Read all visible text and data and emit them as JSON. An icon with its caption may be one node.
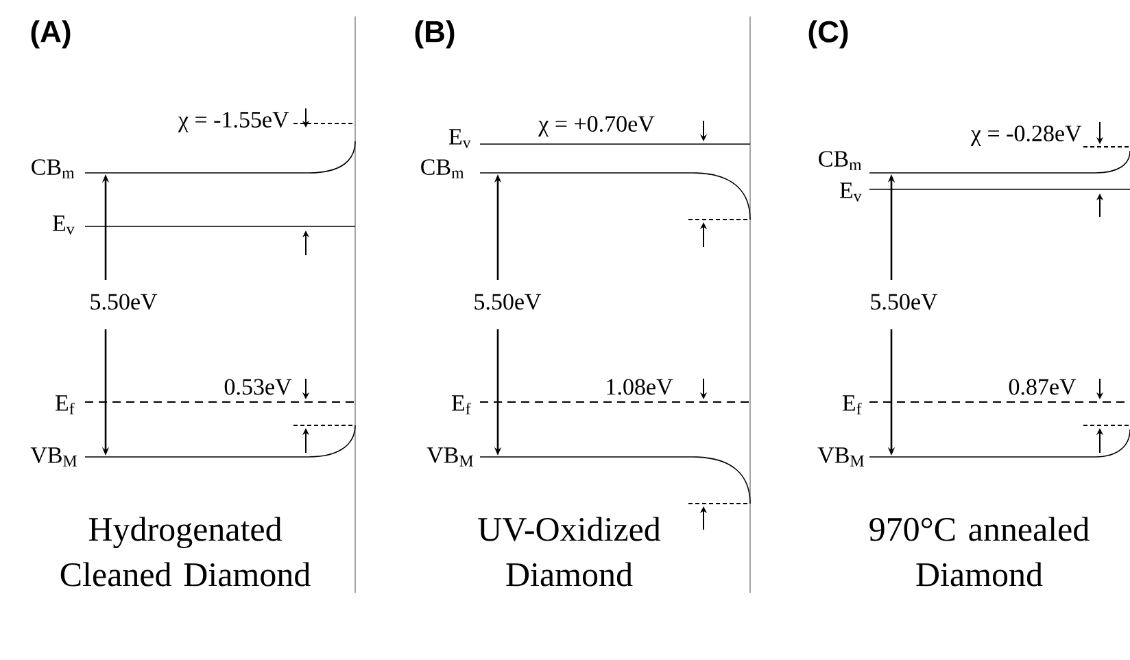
{
  "diagram": {
    "labels": [
      "(A)",
      "χ = -1.55eV",
      "CB$_{m}$",
      "E$_{v}$",
      "5.50eV",
      "0.53eV",
      "E$_{f}$",
      "VB$_{M}$",
      "Hydrogenated Cleaned Diamond",
      "(B)",
      "χ = +0.70eV",
      "E$_{v}$",
      "CB$_{m}$",
      "5.50eV",
      "1.08eV",
      "E$_{f}$",
      "VB$_{M}$",
      "UV-Oxidized Diamond",
      "(C)",
      "χ = -0.28eV",
      "CB$_{m}$",
      "E$_{v}$",
      "5.50eV",
      "0.87eV",
      "E$_{f}$",
      "VB$_{M}$",
      "970°C annealed Diamond"
    ]
  }
}
